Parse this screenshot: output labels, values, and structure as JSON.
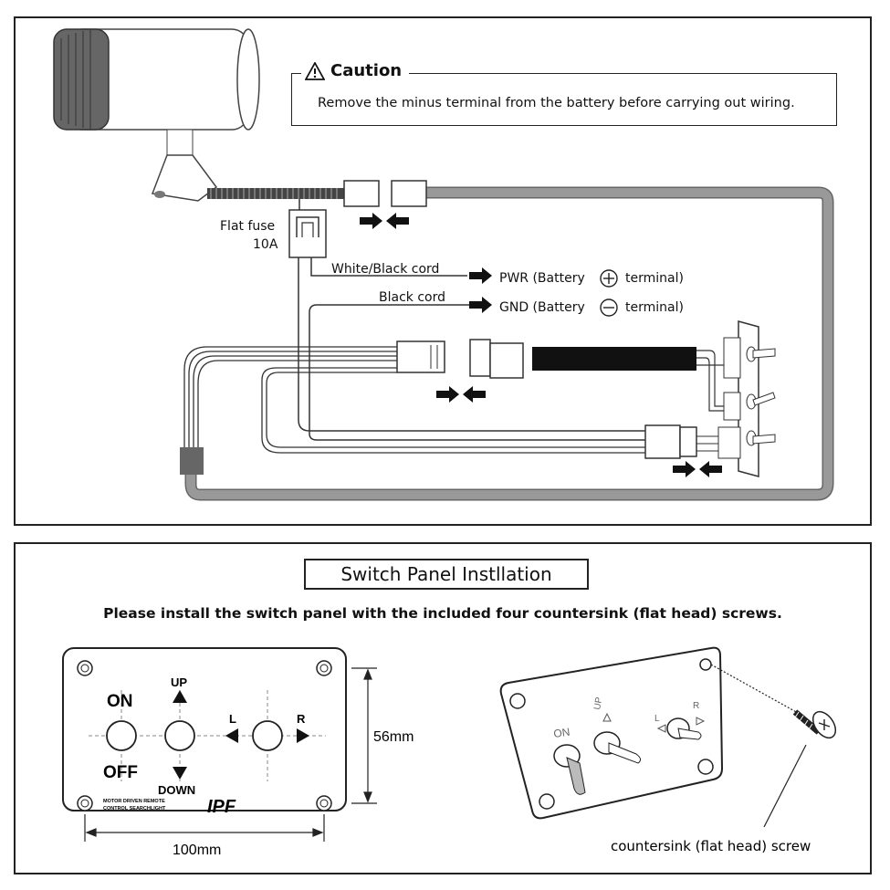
{
  "wiring": {
    "caution_title": "Caution",
    "caution_text": "Remove the minus terminal from the battery before carrying out wiring.",
    "fuse_label_1": "Flat fuse",
    "fuse_label_2": "10A",
    "cord_white_black": "White/Black cord",
    "cord_black": "Black cord",
    "pwr_prefix": "PWR (Battery",
    "pwr_suffix": "terminal)",
    "gnd_prefix": "GND (Battery",
    "gnd_suffix": "terminal)"
  },
  "install": {
    "title": "Switch Panel Instllation",
    "instruction": "Please install the switch panel with the included four countersink (flat head) screws.",
    "on": "ON",
    "off": "OFF",
    "up": "UP",
    "down": "DOWN",
    "left": "L",
    "right": "R",
    "height_dim": "56mm",
    "width_dim": "100mm",
    "panel_small_text_1": "MOTOR DRIVEN REMOTE",
    "panel_small_text_2": "CONTROL SEARCHLIGHT",
    "logo": "IPF",
    "persp_on": "ON",
    "persp_up": "UP",
    "persp_l": "L",
    "persp_r": "R",
    "screw_label": "countersink (flat head) screw"
  },
  "icons": [
    "warning-triangle-icon",
    "plus-circle-icon",
    "minus-circle-icon",
    "arrow-right-icon",
    "arrow-left-icon"
  ]
}
